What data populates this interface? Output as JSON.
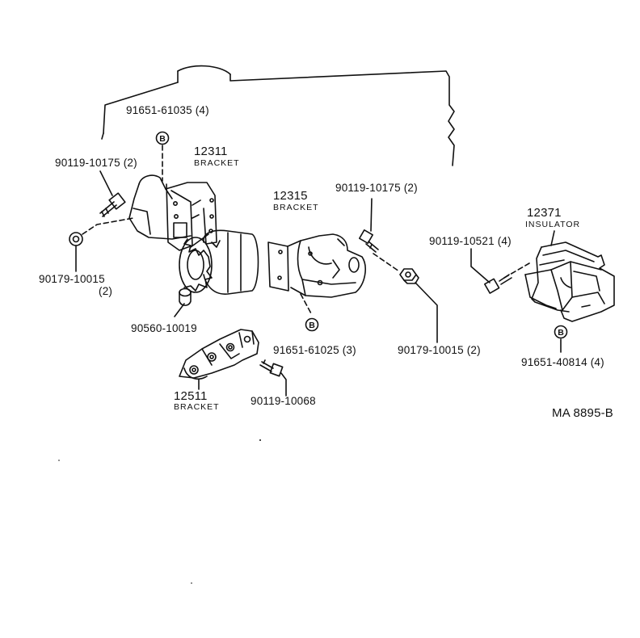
{
  "diagram": {
    "colors": {
      "ink": "#111111",
      "paper": "#ffffff"
    },
    "callout_marker": "B",
    "parts": {
      "bolt_b_upper": "91651-61035 (4)",
      "bolt_upper_left": "90119-10175  (2)",
      "nut_left_line1": "90179-10015",
      "nut_left_line2": "(2)",
      "collar": "90560-10019",
      "bracket_12311": {
        "number": "12311",
        "name": "BRACKET"
      },
      "bracket_12315": {
        "number": "12315",
        "name": "BRACKET"
      },
      "bolt_upper_mid": "90119-10175  (2)",
      "bolt_b_mid": "91651-61025 (3)",
      "nut_right": "90179-10015 (2)",
      "insulator_12371": {
        "number": "12371",
        "name": "INSULATOR"
      },
      "bolt_right": "90119-10521  (4)",
      "bolt_b_right": "91651-40814 (4)",
      "bracket_12511": {
        "number": "12511",
        "name": "BRACKET"
      },
      "bolt_lower": "90119-10068"
    },
    "figure_code": "MA 8895-B"
  }
}
